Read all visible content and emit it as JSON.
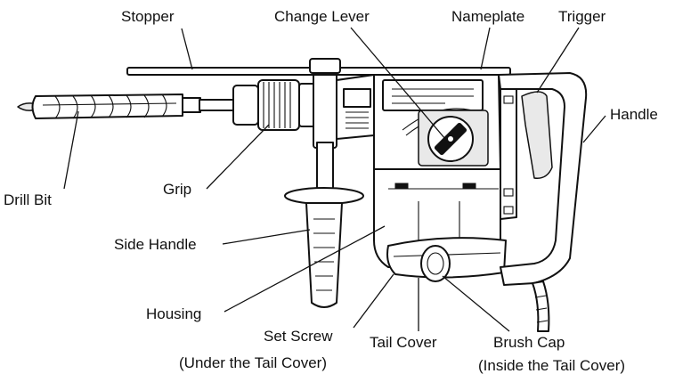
{
  "labels": {
    "stopper": "Stopper",
    "change_lever": "Change Lever",
    "nameplate": "Nameplate",
    "trigger": "Trigger",
    "handle": "Handle",
    "drill_bit": "Drill Bit",
    "grip": "Grip",
    "side_handle": "Side Handle",
    "housing": "Housing",
    "set_screw": "Set Screw",
    "set_screw_note": "(Under the Tail Cover)",
    "tail_cover": "Tail Cover",
    "brush_cap": "Brush Cap",
    "brush_cap_note": "(Inside the Tail Cover)"
  }
}
